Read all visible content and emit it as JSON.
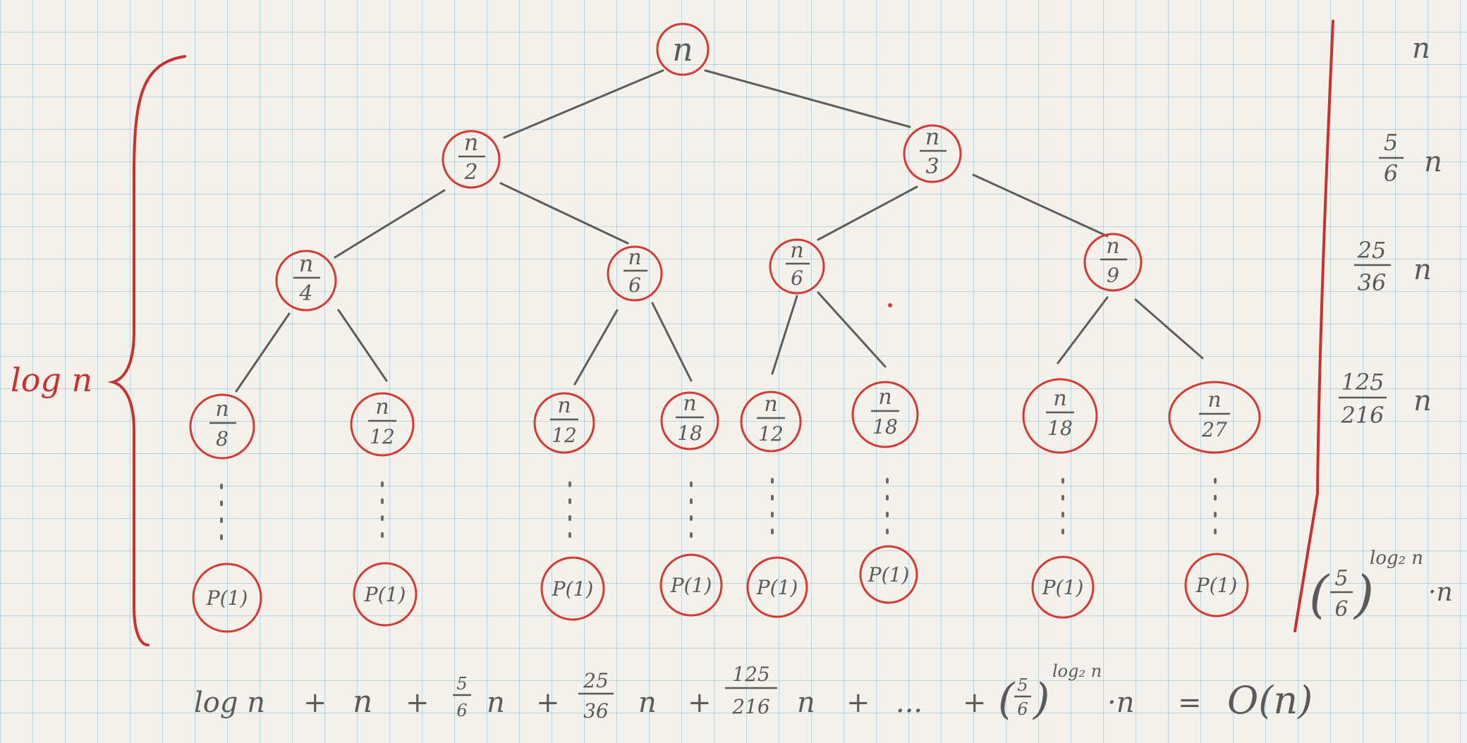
{
  "tree": {
    "root": {
      "num": "n",
      "den": ""
    },
    "level1": [
      {
        "num": "n",
        "den": "2"
      },
      {
        "num": "n",
        "den": "3"
      }
    ],
    "level2": [
      {
        "num": "n",
        "den": "4"
      },
      {
        "num": "n",
        "den": "6"
      },
      {
        "num": "n",
        "den": "6"
      },
      {
        "num": "n",
        "den": "9"
      }
    ],
    "level3": [
      {
        "num": "n",
        "den": "8"
      },
      {
        "num": "n",
        "den": "12"
      },
      {
        "num": "n",
        "den": "12"
      },
      {
        "num": "n",
        "den": "18"
      },
      {
        "num": "n",
        "den": "12"
      },
      {
        "num": "n",
        "den": "18"
      },
      {
        "num": "n",
        "den": "18"
      },
      {
        "num": "n",
        "den": "27"
      }
    ],
    "leaves": [
      "P(1)",
      "P(1)",
      "P(1)",
      "P(1)",
      "P(1)",
      "P(1)",
      "P(1)",
      "P(1)"
    ]
  },
  "height_label": "log n",
  "level_costs": [
    {
      "coef_num": "",
      "coef_den": "",
      "var": "n"
    },
    {
      "coef_num": "5",
      "coef_den": "6",
      "var": "n"
    },
    {
      "coef_num": "25",
      "coef_den": "36",
      "var": "n"
    },
    {
      "coef_num": "125",
      "coef_den": "216",
      "var": "n"
    }
  ],
  "last_level_cost": {
    "base_num": "5",
    "base_den": "6",
    "exponent": "log₂ n",
    "suffix": "·n"
  },
  "sum": {
    "t1": "log n",
    "plus": "+",
    "t2": "n",
    "t3_num": "5",
    "t3_den": "6",
    "t3_var": "n",
    "t4_num": "25",
    "t4_den": "36",
    "t4_var": "n",
    "t5_num": "125",
    "t5_den": "216",
    "t5_var": "n",
    "ellipsis": "...",
    "t6_num": "5",
    "t6_den": "6",
    "t6_exp": "log₂ n",
    "t6_suffix": "·n",
    "equals": "=",
    "result": "O(n)"
  }
}
